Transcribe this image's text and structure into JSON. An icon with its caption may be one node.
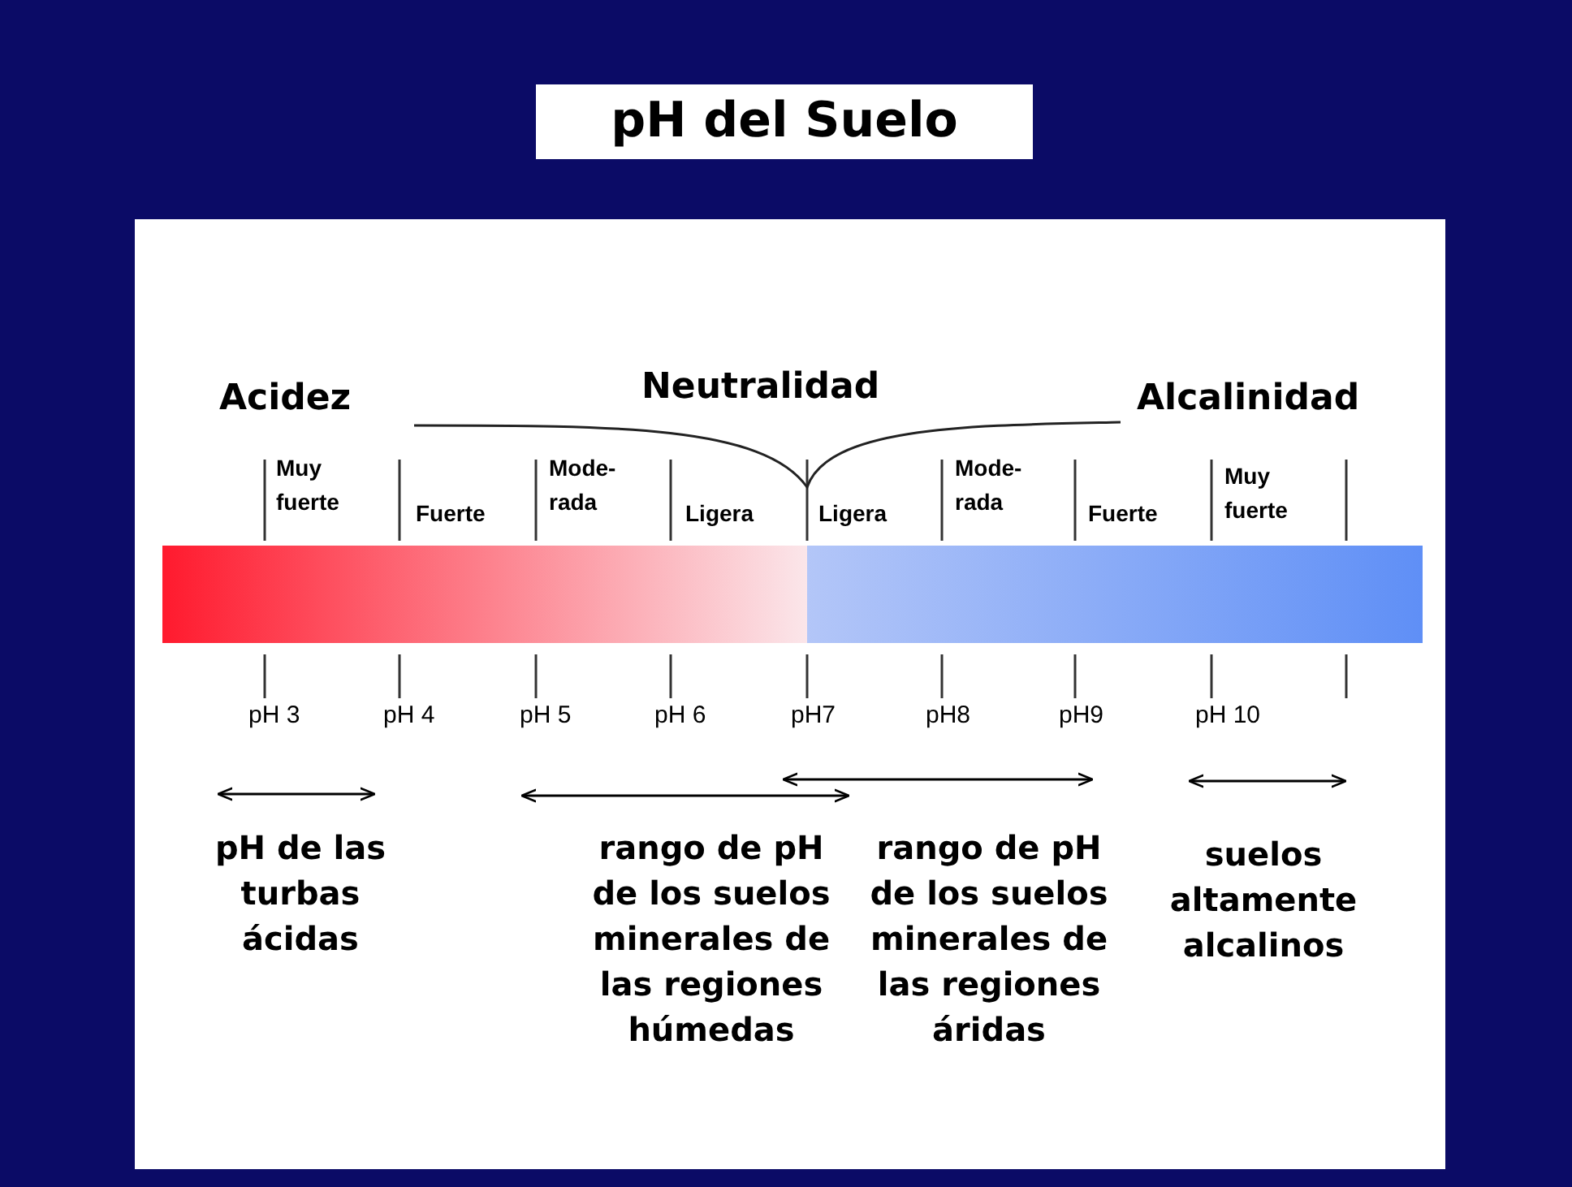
{
  "diagram": {
    "title": "pH del Suelo",
    "labels": [
      "Acidez",
      "Neutralidad",
      "Alcalinidad",
      "Muy fuerte",
      "Fuerte",
      "Mode-rada",
      "Ligera",
      "Ligera",
      "Mode-rada",
      "Fuerte",
      "Muy fuerte",
      "pH 3",
      "pH 4",
      "pH 5",
      "pH 6",
      "pH7",
      "pH8",
      "pH9",
      "pH 10",
      "pH de las turbas ácidas",
      "rango de pH de los suelos minerales de las regiones húmedas",
      "rango de pH de los suelos minerales de las regiones áridas",
      "suelos altamente alcalinos"
    ]
  }
}
